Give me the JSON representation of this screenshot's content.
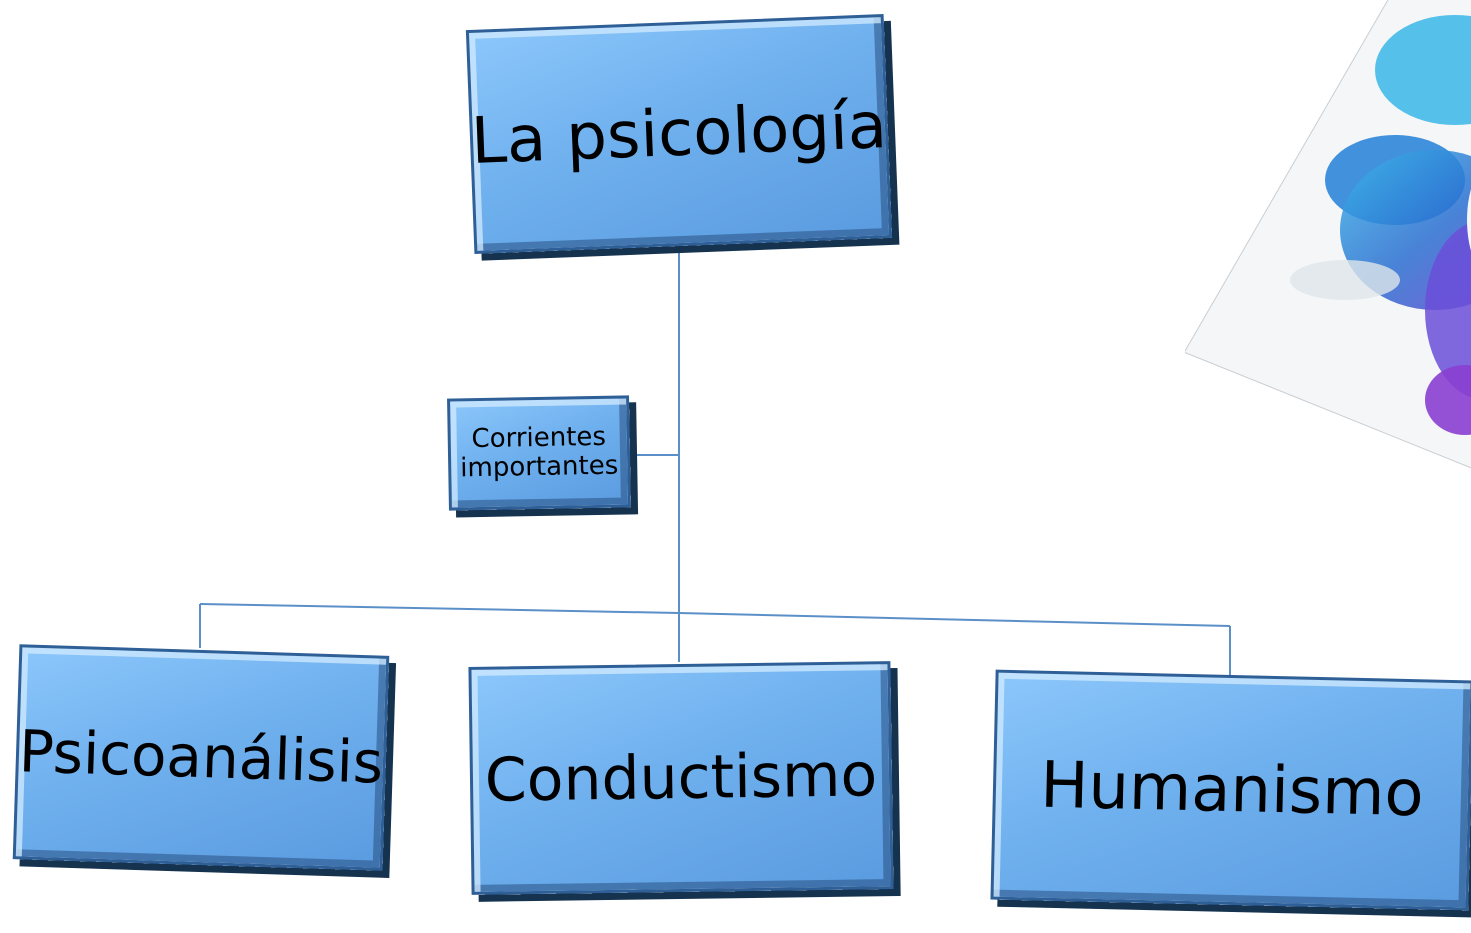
{
  "diagram": {
    "root": {
      "label": "La psicología"
    },
    "middle": {
      "label_line1": "Corrientes",
      "label_line2": "importantes"
    },
    "children": [
      {
        "label": "Psicoanálisis"
      },
      {
        "label": "Conductismo"
      },
      {
        "label": "Humanismo"
      }
    ]
  },
  "colors": {
    "box_fill": "#6fb0ee",
    "box_border": "#2f5f97",
    "connector": "#5b8fc7"
  },
  "decoration": {
    "image": "watercolor-head-photo"
  }
}
